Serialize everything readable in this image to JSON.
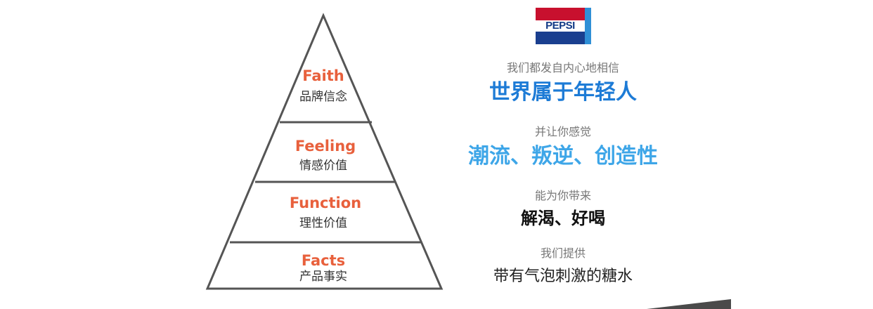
{
  "pyramid": {
    "tiers": [
      {
        "en": "Faith",
        "zh": "品牌信念"
      },
      {
        "en": "Feeling",
        "zh": "情感价值"
      },
      {
        "en": "Function",
        "zh": "理性价值"
      },
      {
        "en": "Facts",
        "zh": "产品事实"
      }
    ],
    "colors": {
      "en_text": "#e8603c",
      "outline": "#555555"
    }
  },
  "logo": {
    "text": "PEPSI",
    "colors": {
      "red": "#c8102e",
      "blue": "#1a3f8f",
      "accent": "#2f8fd6"
    }
  },
  "messages": [
    {
      "lead": "我们都发自内心地相信",
      "main": "世界属于年轻人"
    },
    {
      "lead": "并让你感觉",
      "main": "潮流、叛逆、创造性"
    },
    {
      "lead": "能为你带来",
      "main": "解渴、好喝"
    },
    {
      "lead": "我们提供",
      "main": "带有气泡刺激的糖水"
    }
  ]
}
